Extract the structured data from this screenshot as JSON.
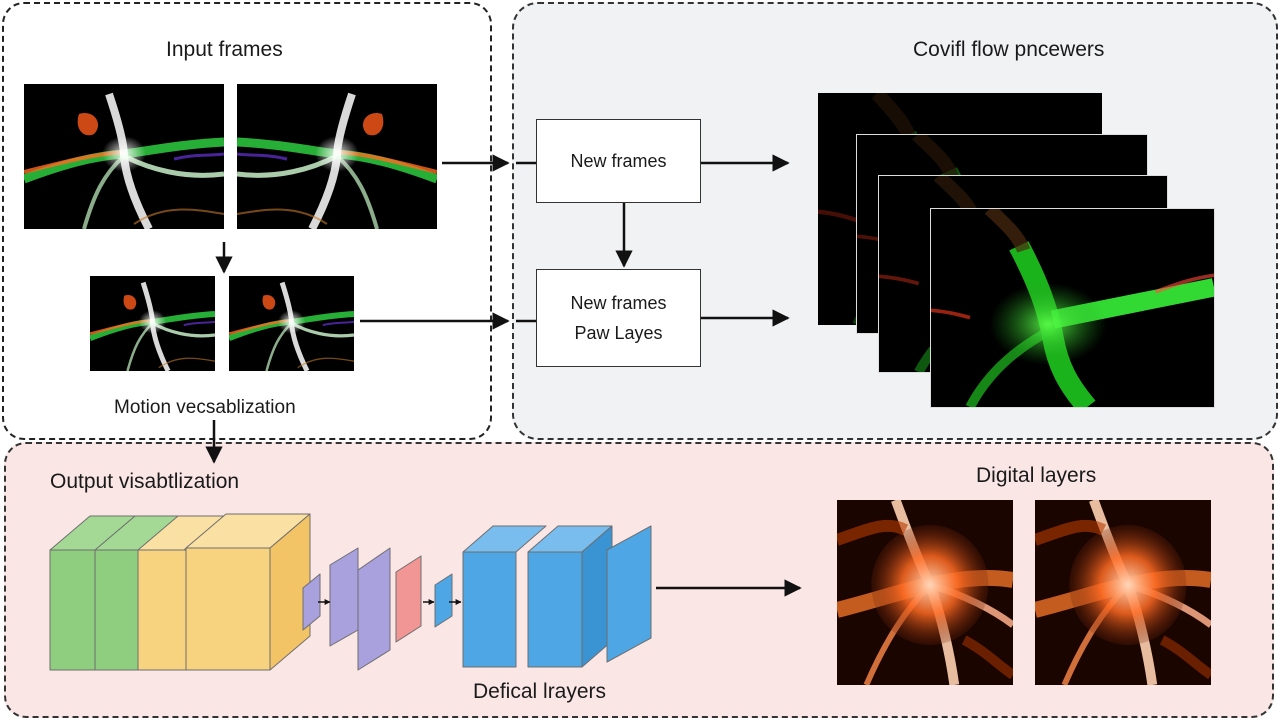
{
  "panels": {
    "input": {
      "title": "Input frames",
      "motion_caption": "Motion vecsablization"
    },
    "flow": {
      "title": "Covifl flow pncewers",
      "box_top": {
        "line1": "New frames"
      },
      "box_bottom": {
        "line1": "New frames",
        "line2": "Paw Layes"
      }
    },
    "output": {
      "title": "Output visabtlization",
      "layers_caption": "Defical lrayers",
      "digital_title": "Digital layers"
    }
  },
  "colors": {
    "green_block": "#8fce7f",
    "yellow_block": "#f8d37f",
    "purple_layer": "#a9a0de",
    "red_layer": "#f19595",
    "blue_layer": "#4ea7e4",
    "frame_bg": "#000000"
  }
}
